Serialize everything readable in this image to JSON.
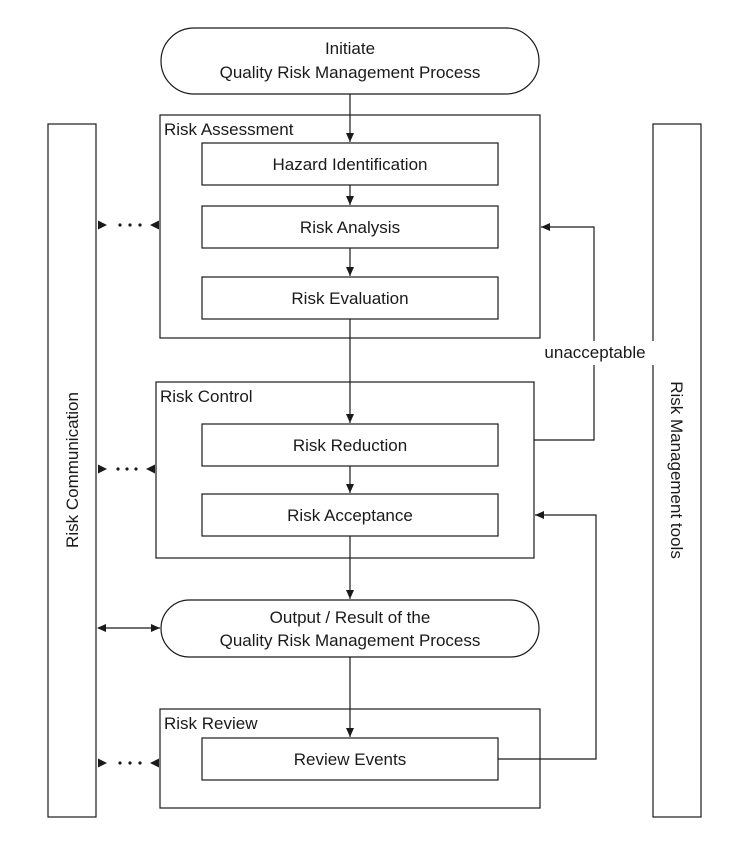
{
  "start": {
    "line1": "Initiate",
    "line2": "Quality Risk Management Process"
  },
  "risk_assessment": {
    "title": "Risk Assessment",
    "steps": [
      "Hazard Identification",
      "Risk Analysis",
      "Risk Evaluation"
    ]
  },
  "risk_control": {
    "title": "Risk Control",
    "steps": [
      "Risk Reduction",
      "Risk Acceptance"
    ]
  },
  "output": {
    "line1": "Output / Result of the",
    "line2": "Quality Risk Management Process"
  },
  "risk_review": {
    "title": "Risk Review",
    "steps": [
      "Review Events"
    ]
  },
  "feedback_label": "unacceptable",
  "side_left": "Risk Communication",
  "side_right": "Risk Management tools"
}
